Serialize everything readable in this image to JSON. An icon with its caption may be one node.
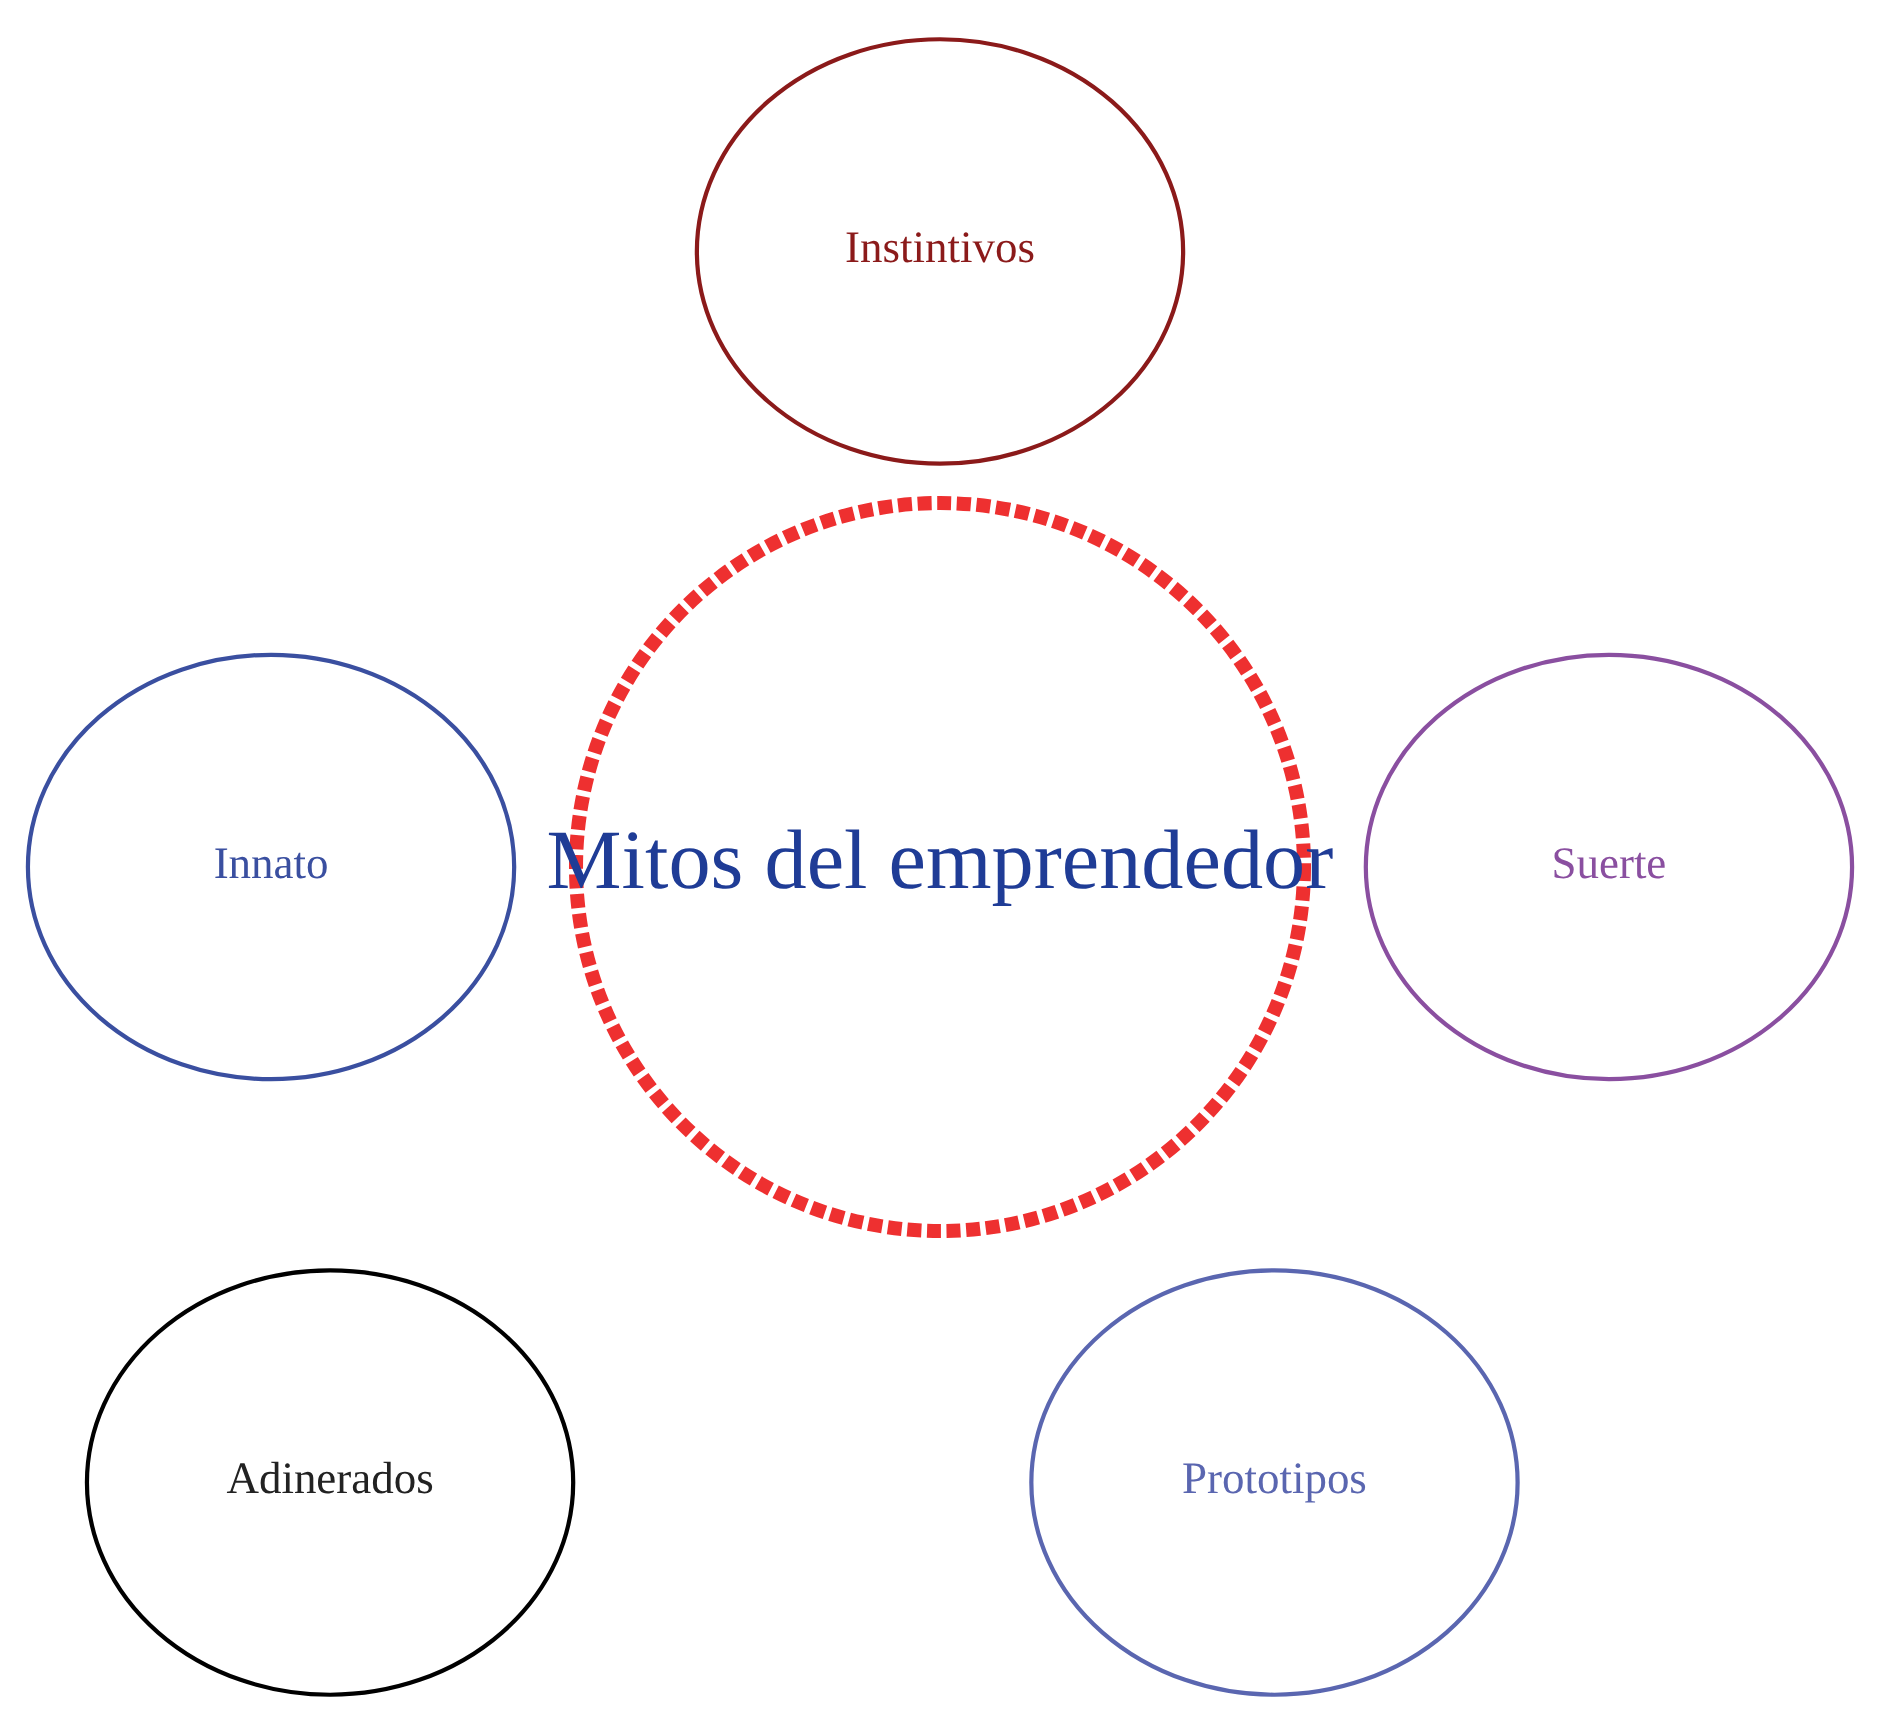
{
  "diagram": {
    "nodes": [
      {
        "text": [
          "Instintivos"
        ]
      },
      {
        "text": [
          "Innato"
        ]
      },
      {
        "text": [
          "Suerte"
        ]
      },
      {
        "text": [
          "Adinerados"
        ]
      },
      {
        "text": [
          "Prototipos"
        ]
      },
      {
        "text": [
          "Mitos del emprendedor"
        ]
      }
    ]
  }
}
